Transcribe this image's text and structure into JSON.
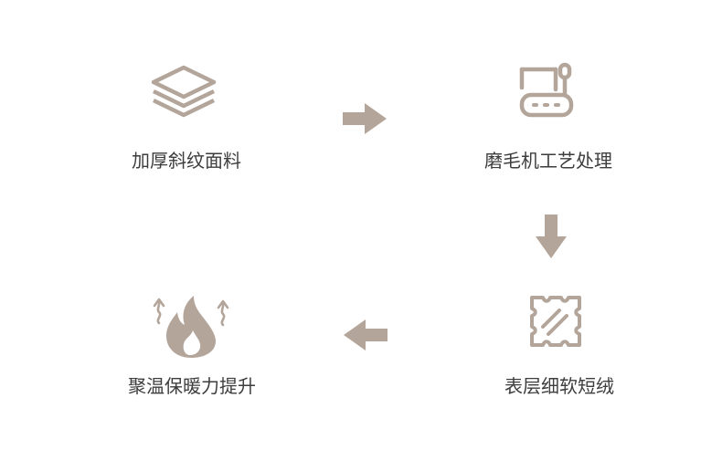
{
  "colors": {
    "icon": "#b3a59a",
    "arrow": "#b3a59a",
    "text": "#3d3d3d"
  },
  "steps": [
    {
      "label": "加厚斜纹面料",
      "icon": "fabric-stack-icon"
    },
    {
      "label": "磨毛机工艺处理",
      "icon": "brushing-machine-icon"
    },
    {
      "label": "表层细软短绒",
      "icon": "soft-fleece-swatch-icon"
    },
    {
      "label": "聚温保暖力提升",
      "icon": "flame-heat-icon"
    }
  ],
  "arrows": [
    {
      "direction": "right",
      "icon": "arrow-right-icon"
    },
    {
      "direction": "down",
      "icon": "arrow-down-icon"
    },
    {
      "direction": "left",
      "icon": "arrow-left-icon"
    }
  ]
}
